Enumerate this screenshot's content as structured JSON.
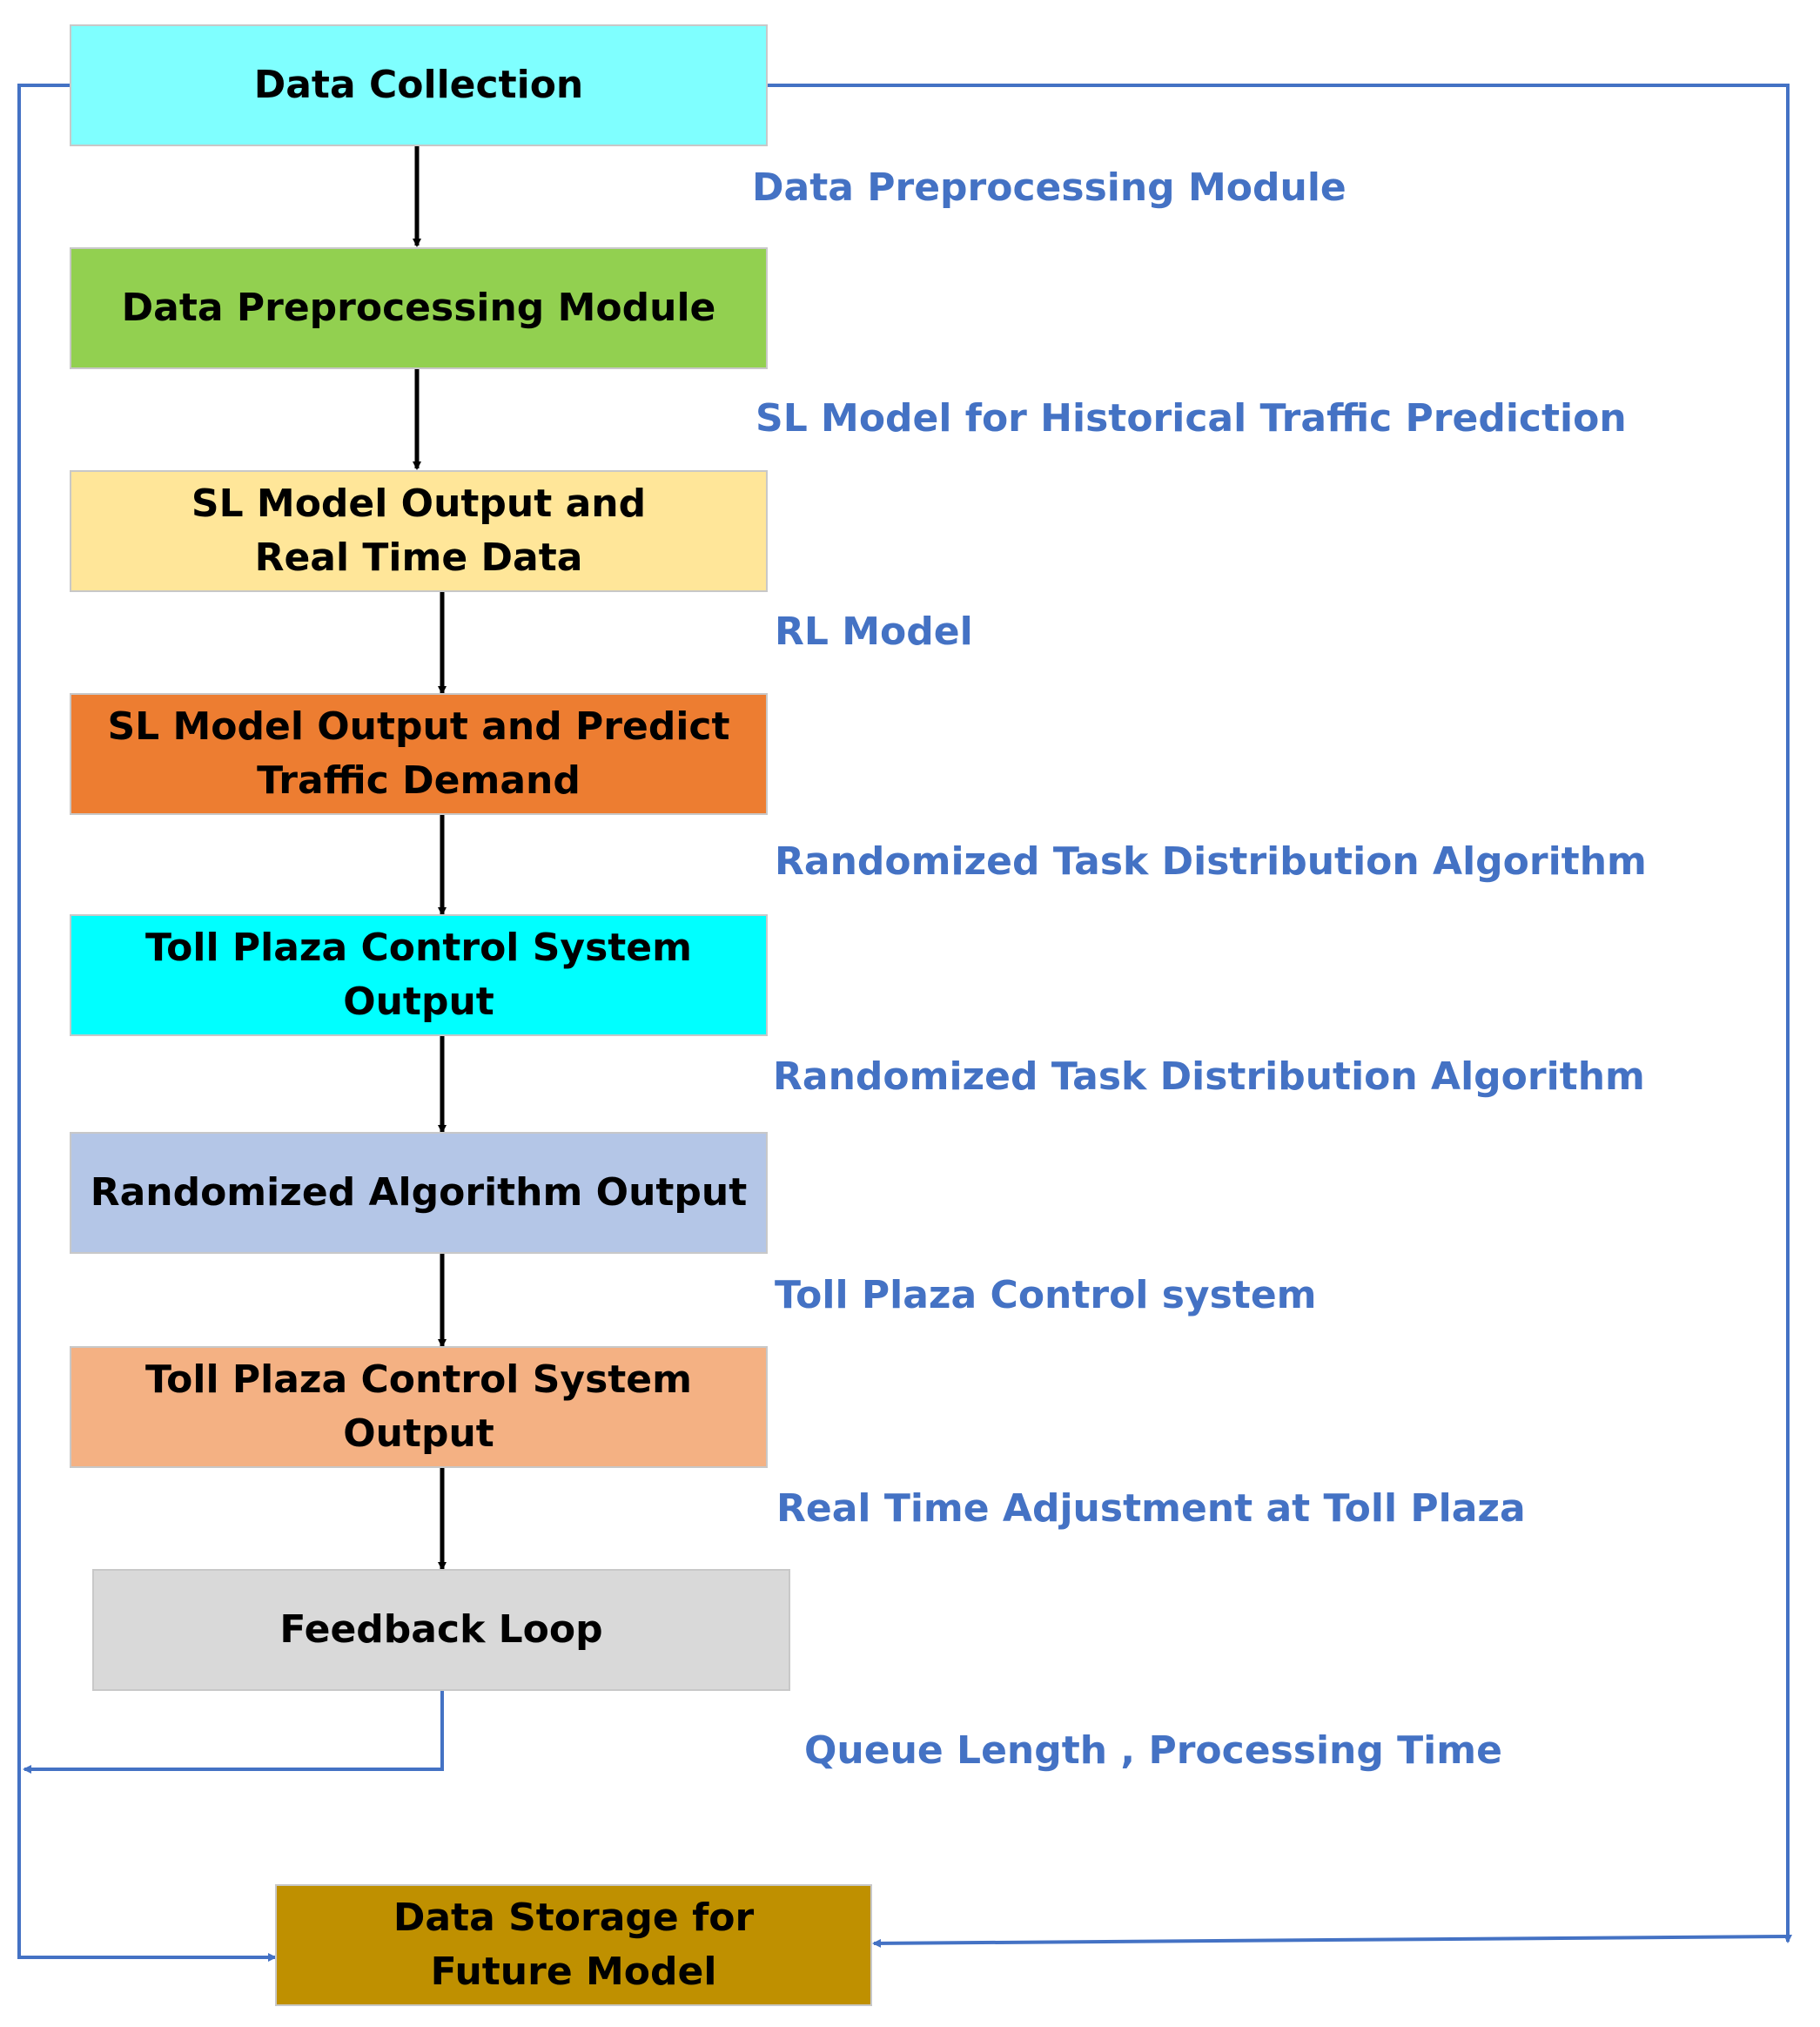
{
  "colors": {
    "connector": "#4472c4",
    "arrow": "#000000",
    "note_text": "#4472c4",
    "box_border": "#c8c8c8"
  },
  "boxes": {
    "data_collection": {
      "label": "Data Collection",
      "color": "#7fffff"
    },
    "data_preprocessing": {
      "label": "Data Preprocessing Module",
      "color": "#92d050"
    },
    "sl_output_realtime": {
      "label": "SL Model Output and Real Time Data",
      "color": "#ffe699"
    },
    "sl_output_predict": {
      "label": "SL Model Output and Predict Traffic Demand",
      "color": "#ed7d31"
    },
    "toll_output_1": {
      "label": "Toll Plaza Control System Output",
      "color": "#00ffff"
    },
    "randomized_output": {
      "label": "Randomized Algorithm Output",
      "color": "#b4c6e7"
    },
    "toll_output_2": {
      "label": "Toll Plaza Control System Output",
      "color": "#f4b183"
    },
    "feedback_loop": {
      "label": "Feedback Loop",
      "color": "#d9d9d9"
    },
    "data_storage": {
      "label": "Data Storage for Future Model",
      "color": "#bf9000"
    }
  },
  "notes": {
    "n1": "Data Preprocessing Module",
    "n2": "SL Model for Historical Traffic Prediction",
    "n3": "RL  Model",
    "n4": "Randomized Task Distribution Algorithm",
    "n5": "Randomized Task Distribution Algorithm",
    "n6": "Toll Plaza Control system",
    "n7": "Real Time Adjustment at Toll Plaza",
    "n8": "Queue Length , Processing Time"
  }
}
